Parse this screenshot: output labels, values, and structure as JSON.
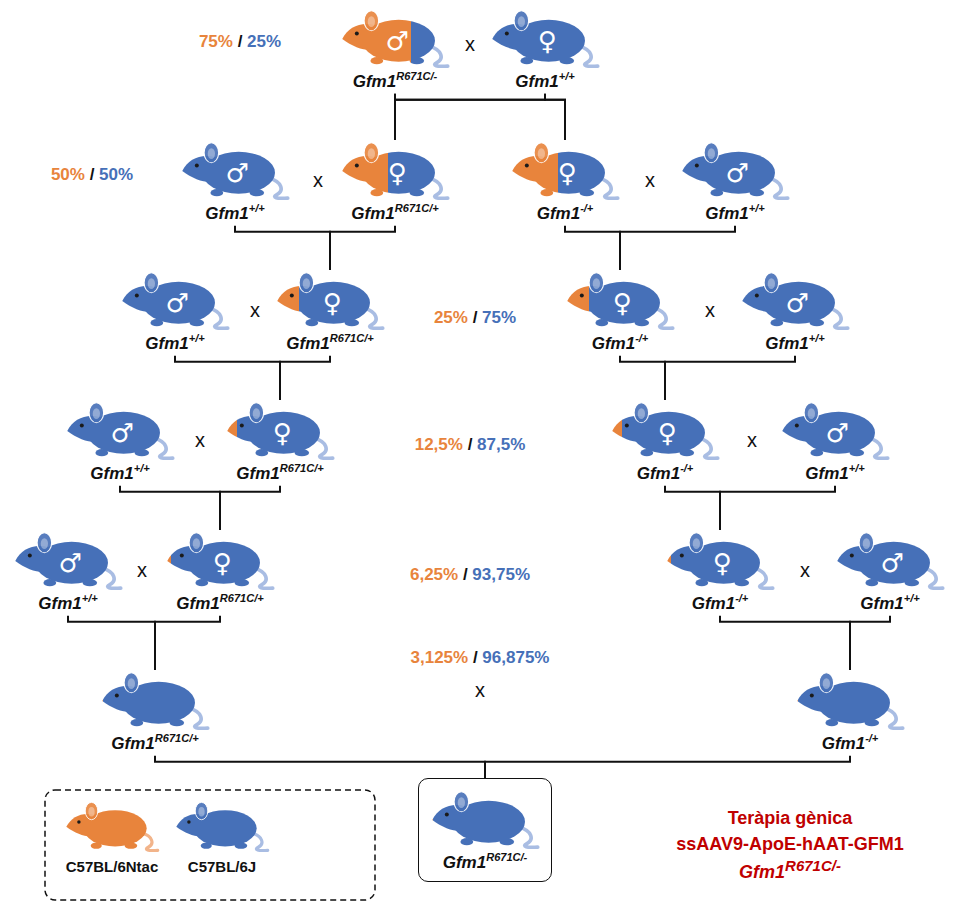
{
  "diagram": {
    "nodes": [
      {
        "text": [
          "♂",
          "Gfm1R671C/-"
        ]
      },
      {
        "text": [
          "♀",
          "Gfm1+/+"
        ]
      },
      {
        "text": [
          "♂",
          "Gfm1+/+"
        ]
      },
      {
        "text": [
          "♀",
          "Gfm1R671C/+"
        ]
      },
      {
        "text": [
          "♀",
          "Gfm1-/+"
        ]
      },
      {
        "text": [
          "♂",
          "Gfm1+/+"
        ]
      },
      {
        "text": [
          "♂",
          "Gfm1+/+"
        ]
      },
      {
        "text": [
          "♀",
          "Gfm1R671C/+"
        ]
      },
      {
        "text": [
          "♀",
          "Gfm1-/+"
        ]
      },
      {
        "text": [
          "♂",
          "Gfm1+/+"
        ]
      },
      {
        "text": [
          "♂",
          "Gfm1+/+"
        ]
      },
      {
        "text": [
          "♀",
          "Gfm1R671C/+"
        ]
      },
      {
        "text": [
          "♀",
          "Gfm1-/+"
        ]
      },
      {
        "text": [
          "♂",
          "Gfm1+/+"
        ]
      },
      {
        "text": [
          "♂",
          "Gfm1+/+"
        ]
      },
      {
        "text": [
          "♀",
          "Gfm1R671C/+"
        ]
      },
      {
        "text": [
          "♀",
          "Gfm1-/+"
        ]
      },
      {
        "text": [
          "♂",
          "Gfm1+/+"
        ]
      },
      {
        "text": [
          "Gfm1R671C/+"
        ]
      },
      {
        "text": [
          "Gfm1-/+"
        ]
      },
      {
        "text": [
          "Gfm1R671C/-"
        ]
      }
    ],
    "edges": [
      {
        "from": 0,
        "to": 3,
        "arrow": "none"
      },
      {
        "from": 1,
        "to": 3,
        "arrow": "none"
      },
      {
        "from": 0,
        "to": 4,
        "arrow": "none"
      },
      {
        "from": 1,
        "to": 4,
        "arrow": "none"
      },
      {
        "from": 2,
        "to": 7,
        "arrow": "none"
      },
      {
        "from": 3,
        "to": 7,
        "arrow": "none"
      },
      {
        "from": 4,
        "to": 8,
        "arrow": "none"
      },
      {
        "from": 5,
        "to": 8,
        "arrow": "none"
      },
      {
        "from": 6,
        "to": 11,
        "arrow": "none"
      },
      {
        "from": 7,
        "to": 11,
        "arrow": "none"
      },
      {
        "from": 8,
        "to": 12,
        "arrow": "none"
      },
      {
        "from": 9,
        "to": 12,
        "arrow": "none"
      },
      {
        "from": 10,
        "to": 15,
        "arrow": "none"
      },
      {
        "from": 11,
        "to": 15,
        "arrow": "none"
      },
      {
        "from": 12,
        "to": 16,
        "arrow": "none"
      },
      {
        "from": 13,
        "to": 16,
        "arrow": "none"
      },
      {
        "from": 14,
        "to": 18,
        "arrow": "none"
      },
      {
        "from": 15,
        "to": 18,
        "arrow": "none"
      },
      {
        "from": 16,
        "to": 19,
        "arrow": "none"
      },
      {
        "from": 17,
        "to": 19,
        "arrow": "none"
      },
      {
        "from": 18,
        "to": 20,
        "arrow": "none"
      },
      {
        "from": 19,
        "to": 20,
        "arrow": "none"
      }
    ],
    "labels": [
      "75% / 25%",
      "x",
      "50% / 50%",
      "x",
      "x",
      "25% / 75%",
      "x",
      "x",
      "12,5% / 87,5%",
      "x",
      "x",
      "6,25% / 93,75%",
      "x",
      "x",
      "3,125% / 96,875%",
      "x",
      "Teràpia gènica",
      "ssAAV9-ApoE-hAAT-GFM1",
      "Gfm1R671C/-"
    ],
    "legend": [
      {
        "text": "C57BL/6Ntac",
        "color": "#E8843C"
      },
      {
        "text": "C57BL/6J",
        "color": "#4670B8"
      }
    ]
  }
}
